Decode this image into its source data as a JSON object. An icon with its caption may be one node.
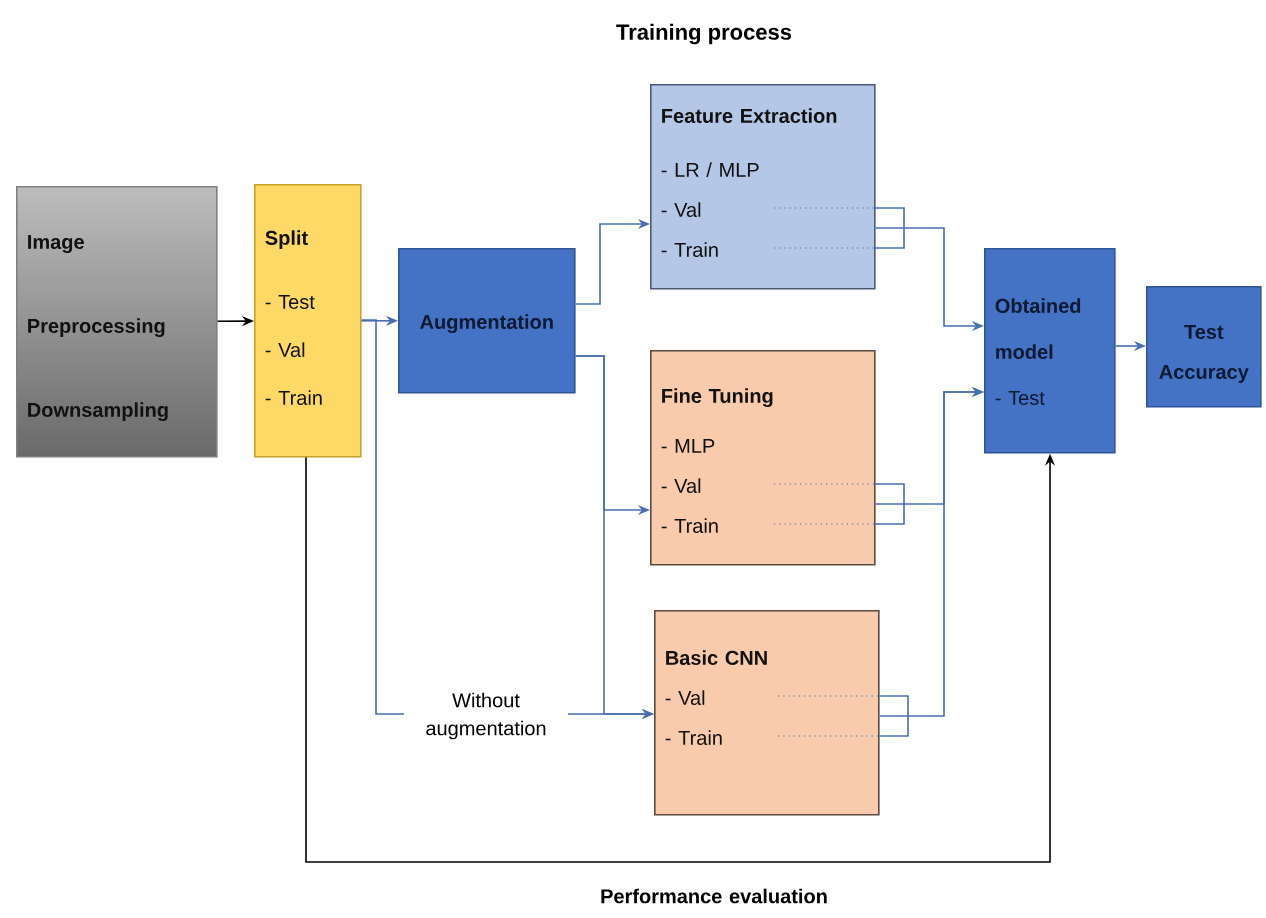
{
  "diagram": {
    "title": "Training process",
    "nodes": [
      {
        "text": [
          "Image",
          "Preprocessing",
          "Downsampling"
        ]
      },
      {
        "text": [
          "Split",
          "- Test",
          "- Val",
          "- Train"
        ]
      },
      {
        "text": [
          "Augmentation"
        ]
      },
      {
        "text": [
          "Feature Extraction",
          "- LR / MLP",
          "- Val",
          "- Train"
        ]
      },
      {
        "text": [
          "Fine Tuning",
          "- MLP",
          "- Val",
          "- Train"
        ]
      },
      {
        "text": [
          "Basic CNN",
          "- Val",
          "- Train"
        ]
      },
      {
        "text": [
          "Obtained model",
          "- Test"
        ]
      },
      {
        "text": [
          "Test Accuracy"
        ]
      }
    ],
    "edges": [
      {
        "from": 0,
        "to": 1,
        "arrow": "to",
        "color": "#000000"
      },
      {
        "from": 1,
        "to": 2,
        "arrow": "to"
      },
      {
        "from": 2,
        "to": 3,
        "arrow": "to"
      },
      {
        "from": 2,
        "to": 4,
        "arrow": "to"
      },
      {
        "from": 2,
        "to": 5,
        "arrow": "to"
      },
      {
        "from": 1,
        "to": 5,
        "arrow": "to",
        "label": "Without augmentation"
      },
      {
        "from": 1,
        "to": 6,
        "arrow": "to",
        "label": "Performance evaluation",
        "color": "#000000"
      },
      {
        "from": 3,
        "to": 6,
        "arrow": "to"
      },
      {
        "from": 4,
        "to": 6,
        "arrow": "to"
      },
      {
        "from": 5,
        "to": 6,
        "arrow": "to"
      },
      {
        "from": 6,
        "to": 7,
        "arrow": "to"
      }
    ]
  }
}
